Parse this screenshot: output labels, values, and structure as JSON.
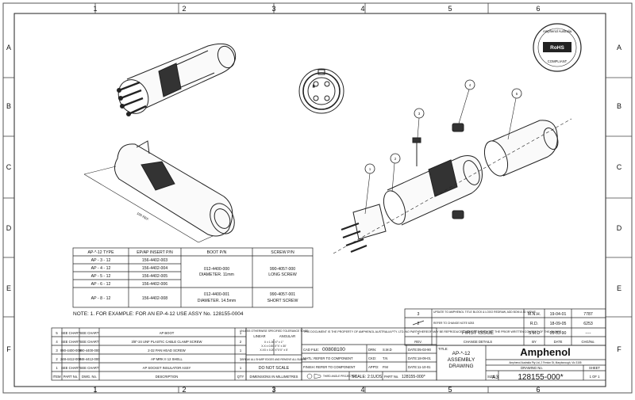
{
  "grid": {
    "columns": [
      "1",
      "2",
      "3",
      "4",
      "5",
      "6"
    ],
    "rows": [
      "A",
      "B",
      "C",
      "D",
      "E",
      "F"
    ]
  },
  "views": {
    "dimension_label": "100 REF",
    "balloons": [
      "1",
      "2",
      "3",
      "4",
      "5"
    ]
  },
  "spec_table": {
    "headers": [
      "AP-*-12 TYPE",
      "EP/AP INSERT P/N",
      "BOOT P/N",
      "SCREW P/N"
    ],
    "rows": [
      {
        "type": "AP - 3 - 12",
        "insert": "156-4402-003"
      },
      {
        "type": "AP - 4 - 12",
        "insert": "156-4402-004"
      },
      {
        "type": "AP - 5 - 12",
        "insert": "156-4402-005"
      },
      {
        "type": "AP - 6 - 12",
        "insert": "156-4402-006"
      },
      {
        "type": "AP - 8 - 12",
        "insert": "156-4402-008"
      }
    ],
    "boot_1": [
      "012-4400-000",
      "DIAMETER. 11mm"
    ],
    "screw_1": [
      "990-4057-000",
      "LONG SCREW"
    ],
    "boot_2": [
      "012-4400-001",
      "DIAMETER. 14.5mm"
    ],
    "screw_2": [
      "990-4057-001",
      "SHORT SCREW"
    ]
  },
  "note": "NOTE: 1. FOR EXAMPLE: FOR AN EP-4-12 USE ASSY No. 128155-0004",
  "bom": {
    "rows": [
      {
        "item": "5",
        "part": "SEE CHART",
        "dwg": "SEE CHART",
        "desc": "AP BOOT",
        "qty": "1"
      },
      {
        "item": "4",
        "part": "SEE CHART",
        "dwg": "SEE CHART",
        "desc": "3/8\"-24 UNF PLASTIC CABLE CLAMP SCREW",
        "qty": "2"
      },
      {
        "item": "3",
        "part": "990-4400-000",
        "dwg": "990-4400-000",
        "desc": "2-32 PAN HEAD SCREW",
        "qty": "1"
      },
      {
        "item": "2",
        "part": "248-4412-000",
        "dwg": "248-4412-000",
        "desc": "AP MRK II 12 SHELL",
        "qty": "1"
      },
      {
        "item": "1",
        "part": "SEE CHART",
        "dwg": "SEE CHART",
        "desc": "AP SOCKET INSULATOR ASSY",
        "qty": "1"
      }
    ],
    "header": {
      "item": "ITEM",
      "part": "PART No.",
      "dwg": "DWG. No.",
      "desc": "DESCRIPTION",
      "qty": "QTY"
    }
  },
  "tolerance": {
    "title": "UNLESS OTHERWISE SPECIFIED TOLERANCE TO BE",
    "linear": "LINEAR",
    "angular": "ANGULAR",
    "lines": [
      "X ± 1.00   X° ± 1°",
      "X.X ± 0.50   X°X' ± 30'",
      "X.XX ± 0.20   X°X'X\" ± 5'"
    ],
    "edges": "BREAK ALL SHARP EDGES AND REMOVE ALL BURRS",
    "scale": "DO NOT SCALE",
    "dims": "DIMENSIONS IN MILLIMETRES"
  },
  "property": "THIS DOCUMENT IS THE PROPERTY OF AMPHENOL AUSTRALIA PTY. LTD.  NO PART THEREOF MAY BE REPRODUCED AND USED WITHOUT THE PRIOR WRITTEN CONSENT OF THE OWNER",
  "info": {
    "cad_label": "CAD FILE:",
    "cad_value": "00808100",
    "drn_label": "DRN:",
    "drn_value": "S.M.D",
    "drn_date": "DATE:05-03-90",
    "matl": "MATL: REFER TO COMPONENT",
    "chkd_label": "CKD:",
    "chkd_value": "T.N",
    "chkd_date": "DATE:18-09-01",
    "finish": "FINISH: REFER TO COMPONENT",
    "appd_label": "APP'D:",
    "appd_value": "P.M",
    "appd_date": "DATE:11-10-01",
    "third_angle": "THIRD ANGLE PROJECTION",
    "scale": "SCALE: 2:1",
    "uos": "UOS",
    "part_label": "PART No.",
    "part_value": "128155-000*"
  },
  "title_block": {
    "title_label": "TITLE:",
    "title_lines": [
      "AP-*-12",
      "ASSEMBLY",
      "DRAWING"
    ],
    "company": "Amphenol",
    "address": "Amphenol Australia Pty Ltd, 2 Fenton St, Maryborough, Vic 3155",
    "drawing_no_label": "DRAWING No.",
    "sheet_label": "SHEET",
    "size_label": "SIZE:",
    "size_value": "A3",
    "drawing_no": "128155-000*",
    "sheet_value": "1 OF 1"
  },
  "revisions": {
    "rows": [
      {
        "rev": "3",
        "desc": "UPDATE TO AMPHENOL TITLE BLOCK & LOGO  REDRAW, ADD BOM & 3D VIEWS",
        "by": "M.N.H.",
        "date": "19-04-01",
        "chg": "7787"
      },
      {
        "rev": "2",
        "desc": "REFER TO CHANGE NOTE 6253",
        "by": "R.D.",
        "date": "18-09-05",
        "chg": "6253"
      },
      {
        "rev": "1",
        "desc": "FIRST ISSUE",
        "by": "S.M.D",
        "date": "05-03-90",
        "chg": "----"
      }
    ],
    "header": {
      "rev": "REV.",
      "desc": "CHANGE DETAILS",
      "by": "BY",
      "date": "DATE",
      "chg": "CHG/No."
    }
  },
  "stamp": {
    "top": "Amphenol Australia",
    "mid": "RoHS",
    "bottom": "COMPLIANT"
  },
  "colors": {
    "line": "#1a1a1a",
    "frame": "#333333",
    "paper": "#ffffff"
  }
}
